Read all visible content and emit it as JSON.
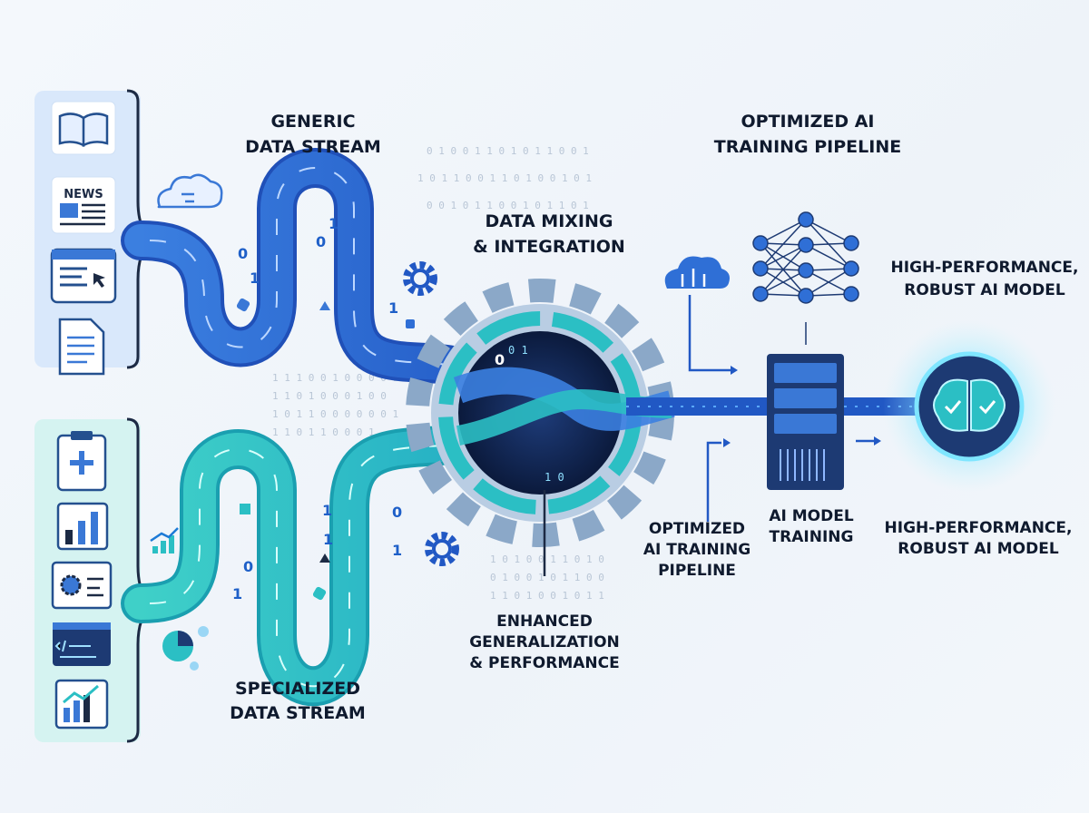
{
  "labels": {
    "generic_stream": [
      "GENERIC",
      "DATA STREAM"
    ],
    "specialized_stream": [
      "SPECIALIZED",
      "DATA STREAM"
    ],
    "mixing": [
      "DATA MIXING",
      "& INTEGRATION"
    ],
    "pipeline_top": [
      "OPTIMIZED AI",
      "TRAINING PIPELINE"
    ],
    "pipeline_bottom": [
      "OPTIMIZED",
      "AI TRAINING",
      "PIPELINE"
    ],
    "enhanced": [
      "ENHANCED",
      "GENERALIZATION",
      "& PERFORMANCE"
    ],
    "model_training": [
      "AI MODEL",
      "TRAINING"
    ],
    "robust_top": [
      "HIGH-PERFORMANCE,",
      "ROBUST AI MODEL"
    ],
    "robust_bottom": [
      "HIGH-PERFORMANCE,",
      "ROBUST AI MODEL"
    ]
  },
  "sources": {
    "generic_icons": [
      "book-icon",
      "newspaper-icon",
      "web-page-icon",
      "document-icon"
    ],
    "news_label": "NEWS",
    "specialized_icons": [
      "medical-clipboard-icon",
      "bar-chart-icon",
      "settings-panel-icon",
      "code-window-icon",
      "growth-chart-icon"
    ]
  },
  "stream_digits": [
    "0",
    "1",
    "0",
    "1",
    "1",
    "0",
    "1",
    "0",
    "1",
    "0",
    "1",
    "1"
  ],
  "colors": {
    "generic": "#2f6fd6",
    "specialized": "#2bbfc4",
    "dark": "#0f1a2e",
    "accent": "#1aa6e8"
  }
}
